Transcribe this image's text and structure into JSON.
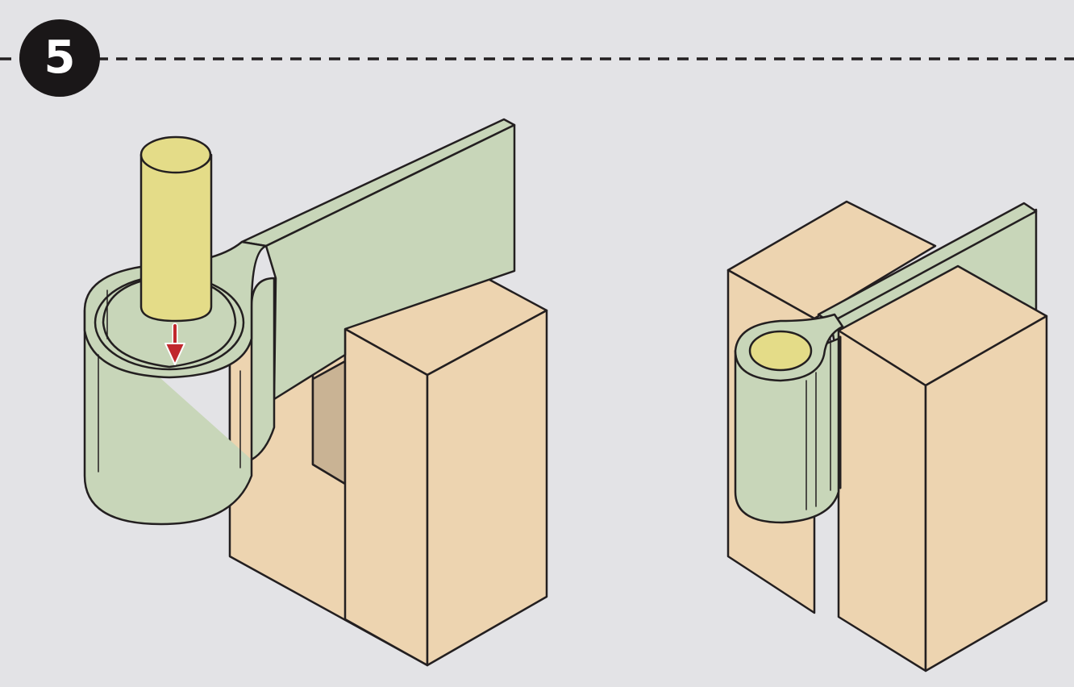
{
  "step": {
    "number": "5"
  },
  "colors": {
    "background": "#e3e3e6",
    "wood_light": "#edd4b0",
    "wood_shade": "#c9b394",
    "strap_green": "#c8d6b9",
    "pin_yellow": "#e4dc88",
    "arrow_red": "#c0282d",
    "outline": "#231f20",
    "badge": "#1a1718"
  },
  "illustrations": [
    {
      "id": "before",
      "description_icon": "gate-hinge-strap-being-lowered-onto-pin-icon",
      "arrow_icon": "down-arrow-icon"
    },
    {
      "id": "after",
      "description_icon": "gate-hinge-strap-seated-on-pin-icon"
    }
  ]
}
